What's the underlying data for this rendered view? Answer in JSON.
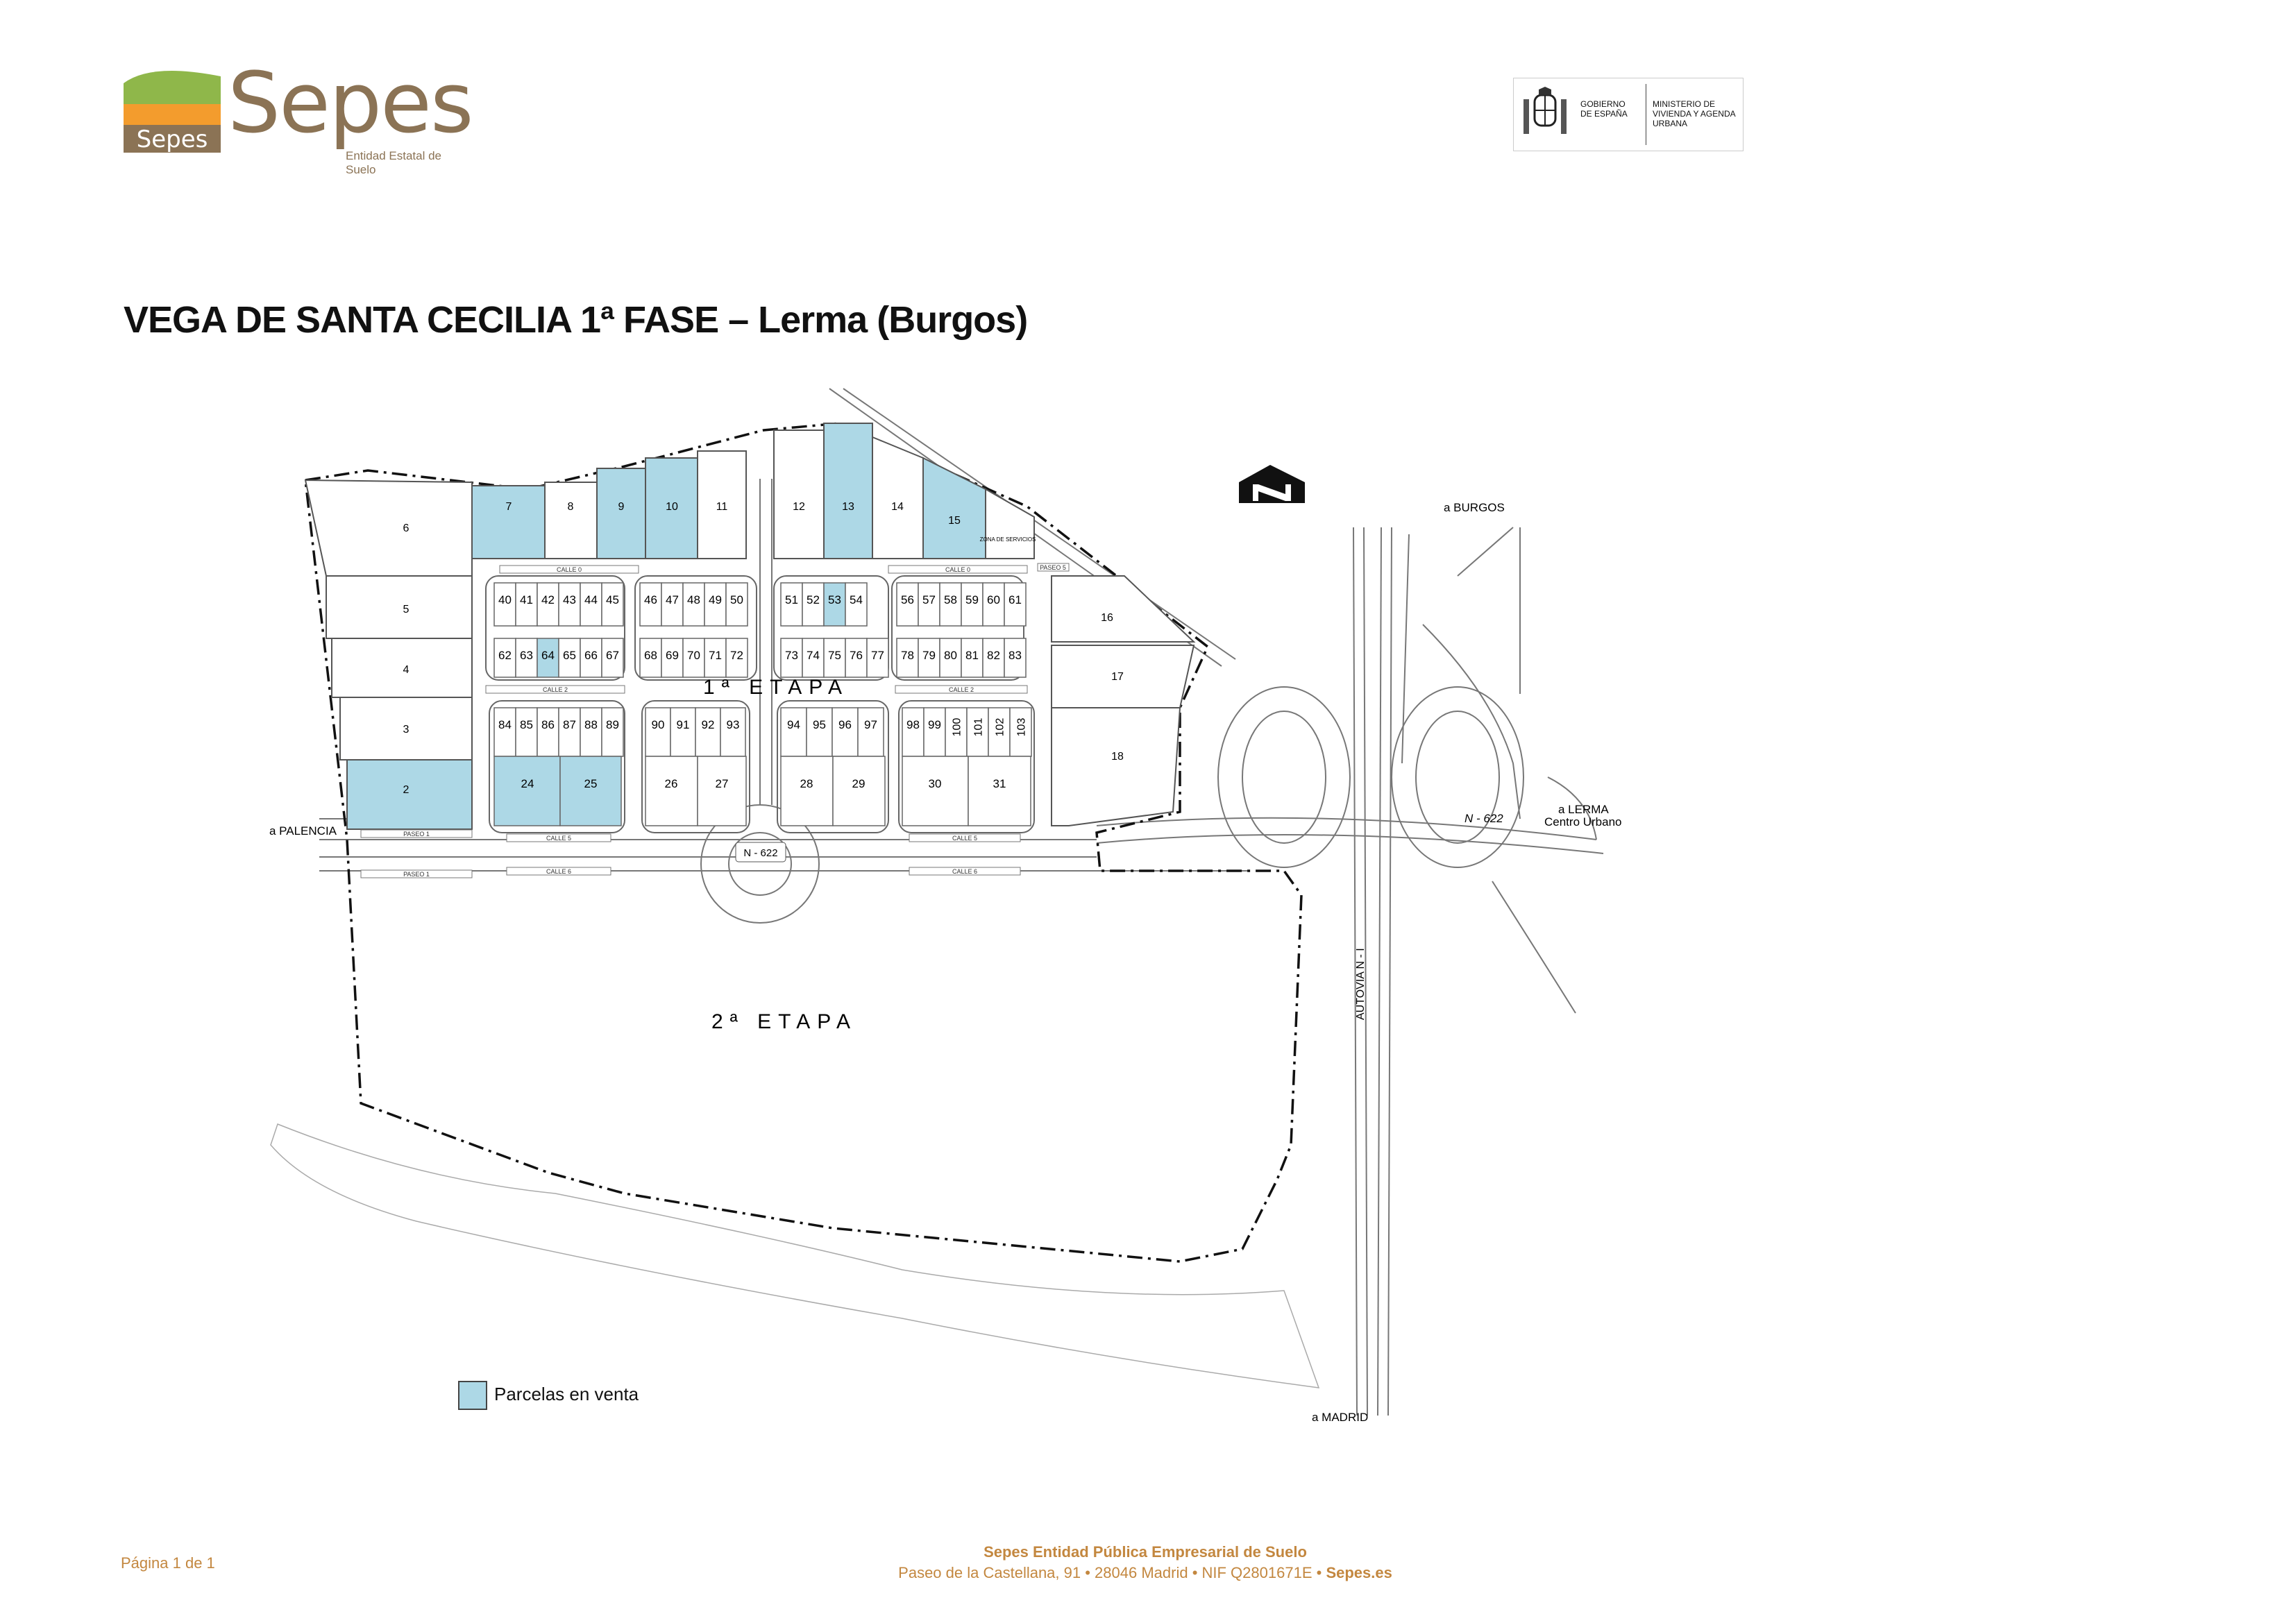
{
  "header": {
    "logo_small_text": "Sepes",
    "logo_word": "Sepes",
    "logo_subtitle": "Entidad Estatal de Suelo",
    "gov_left": "GOBIERNO DE ESPAÑA",
    "gov_right": "MINISTERIO DE VIVIENDA Y AGENDA URBANA"
  },
  "title": "VEGA DE SANTA CECILIA 1ª FASE – Lerma (Burgos)",
  "map": {
    "stage1_label": "1ª ETAPA",
    "stage2_label": "2ª ETAPA",
    "road_label": "N - 622",
    "road_label_east": "N - 622",
    "highway_label": "AUTOVIA N - I",
    "to_burgos": "a BURGOS",
    "to_palencia": "a PALENCIA",
    "to_lerma": "a LERMA",
    "to_lerma_sub": "Centro Urbano",
    "to_madrid": "a MADRID",
    "service_zone": "ZONA DE SERVICIOS",
    "sale_color": "#add8e6",
    "parcels_for_sale": [
      "2",
      "7",
      "9",
      "10",
      "13",
      "15",
      "24",
      "25",
      "53",
      "64"
    ],
    "streets": {
      "calle_0a": "CALLE 0",
      "calle_0b": "CALLE 0",
      "calle_2a": "CALLE 2",
      "calle_2b": "CALLE 2",
      "calle_5a": "CALLE 5",
      "calle_5b": "CALLE 5",
      "calle_6a": "CALLE 6",
      "calle_6b": "CALLE 6",
      "paseo_1a": "PASEO 1",
      "paseo_1b": "PASEO 1",
      "paseo_5": "PASEO 5"
    }
  },
  "legend": {
    "label": "Parcelas en venta"
  },
  "footer": {
    "page": "Página 1 de 1",
    "org": "Sepes Entidad Pública Empresarial de Suelo",
    "address": "Paseo de la Castellana, 91 • 28046 Madrid • NIF Q2801671E •",
    "web": "Sepes.es"
  }
}
